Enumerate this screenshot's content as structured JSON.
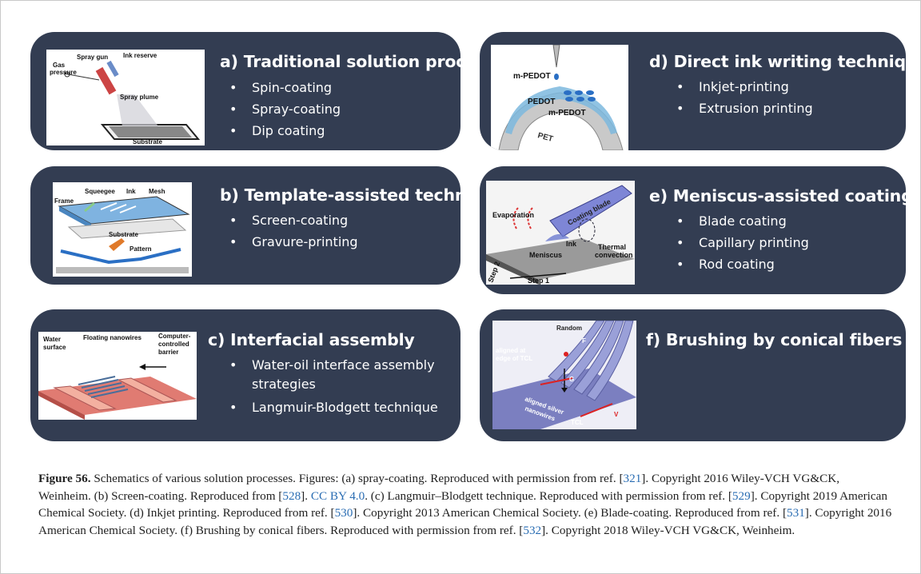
{
  "panels": {
    "a": {
      "title": "a) Traditional solution processes",
      "items": [
        "Spin-coating",
        "Spray-coating",
        "Dip coating"
      ],
      "img": {
        "l1": "Spray gun",
        "l2": "Ink reserve",
        "l3": "Gas",
        "l4": "pressure",
        "l5": "Spray plume",
        "l6": "Substrate"
      }
    },
    "b": {
      "title": "b) Template-assisted techniques",
      "items": [
        "Screen-coating",
        "Gravure-printing"
      ],
      "img": {
        "l1": "Squeegee",
        "l2": "Ink",
        "l3": "Mesh",
        "l4": "Frame",
        "l5": "Substrate",
        "l6": "Pattern"
      }
    },
    "c": {
      "title": "c) Interfacial assembly",
      "items": [
        "Water-oil interface assembly strategies",
        "Langmuir-Blodgett technique"
      ],
      "img": {
        "l1": "Water",
        "l2": "surface",
        "l3": "Floating nanowires",
        "l4": "Computer-",
        "l5": "controlled",
        "l6": "barrier"
      }
    },
    "d": {
      "title": "d) Direct ink writing techniques",
      "items": [
        "Inkjet-printing",
        "Extrusion printing"
      ],
      "img": {
        "l1": "m-PEDOT",
        "l2": "PEDOT",
        "l3": "m-PEDOT",
        "l4": "PET"
      }
    },
    "e": {
      "title": "e) Meniscus-assisted coating",
      "items": [
        "Blade coating",
        "Capillary printing",
        "Rod coating"
      ],
      "img": {
        "l1": "Evaporation",
        "l2": "Coating blade",
        "l3": "Ink",
        "l4": "Thermal",
        "l5": "convection",
        "l6": "Meniscus",
        "l7": "Step 2",
        "l8": "Step 1"
      }
    },
    "f": {
      "title": "f) Brushing by conical fibers",
      "items": [],
      "img": {
        "l1": "Random",
        "l2": "aligned at",
        "l3": "edge of TCL",
        "l4": "aligned silver",
        "l5": "nanowires",
        "l6": "TCL",
        "l7": "F",
        "l8": "G",
        "l9": "V"
      }
    }
  },
  "caption": {
    "label": "Figure 56.",
    "p1": " Schematics of various solution processes. Figures: (a) spray-coating. Reproduced with permission from ref. [",
    "r1": "321",
    "p2": "]. Copyright 2016 Wiley-VCH VG&CK, Weinheim. (b) Screen-coating. Reproduced from [",
    "r2": "528",
    "p3": "]. ",
    "r3": "CC BY 4.0",
    "p4": ". (c) Langmuir–Blodgett technique. Reproduced with permission from ref. [",
    "r4": "529",
    "p5": "]. Copyright 2019 American Chemical Society. (d) Inkjet printing. Reproduced from ref. [",
    "r5": "530",
    "p6": "]. Copyright 2013 American Chemical Society. (e) Blade-coating. Reproduced from ref. [",
    "r6": "531",
    "p7": "]. Copyright 2016 American Chemical Society. (f) Brushing by conical fibers. Reproduced with permission from ref. [",
    "r7": "532",
    "p8": "]. Copyright 2018 Wiley-VCH VG&CK, Weinheim."
  }
}
